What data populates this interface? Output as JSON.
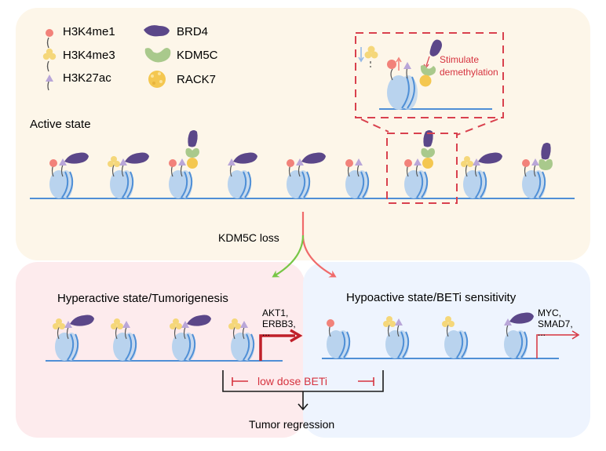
{
  "legend": {
    "items": [
      {
        "key": "h3k4me1",
        "label": "H3K4me1"
      },
      {
        "key": "h3k4me3",
        "label": "H3K4me3"
      },
      {
        "key": "h3k27ac",
        "label": "H3K27ac"
      },
      {
        "key": "brd4",
        "label": "BRD4"
      },
      {
        "key": "kdm5c",
        "label": "KDM5C"
      },
      {
        "key": "rack7",
        "label": "RACK7"
      }
    ]
  },
  "colors": {
    "top_panel": "#fdf6e9",
    "left_panel": "#fdebed",
    "right_panel": "#eef4fe",
    "h3k4me1": "#f2827a",
    "h3k4me3": "#f5d77a",
    "h3k27ac": "#b9a6d8",
    "brd4": "#5b4789",
    "kdm5c": "#a9c98c",
    "rack7": "#f4c750",
    "nucleosome": "#b9d3ee",
    "dna": "#4f8fd6",
    "dashed_box": "#d9414e",
    "arrow_green": "#77c646",
    "arrow_red": "#f06a6a",
    "beti_red": "#d6333f",
    "dark_red": "#c0202a"
  },
  "inset": {
    "label_line1": "Stimulate",
    "label_line2": "demethylation"
  },
  "active": {
    "title": "Active state",
    "nucleosomes": [
      {
        "mods": [
          "h3k4me1",
          "h3k27ac"
        ],
        "reader": "brd4"
      },
      {
        "mods": [
          "h3k4me3",
          "h3k27ac"
        ],
        "reader": "brd4"
      },
      {
        "mods": [
          "h3k4me1",
          "h3k27ac"
        ],
        "reader": "brd4-kdm5c-rack7"
      },
      {
        "mods": [
          "h3k27ac"
        ],
        "reader": "brd4"
      },
      {
        "mods": [
          "h3k4me1",
          "h3k27ac"
        ],
        "reader": "brd4"
      },
      {
        "mods": [
          "h3k4me1",
          "h3k27ac"
        ],
        "reader": "none"
      },
      {
        "mods": [
          "h3k4me1",
          "h3k27ac"
        ],
        "reader": "brd4-kdm5c-rack7",
        "highlighted": true
      },
      {
        "mods": [
          "h3k4me3",
          "h3k27ac"
        ],
        "reader": "brd4"
      },
      {
        "mods": [
          "h3k4me1",
          "h3k27ac"
        ],
        "reader": "brd4-kdm5c"
      }
    ]
  },
  "transition": {
    "label": "KDM5C loss"
  },
  "hyperactive": {
    "title": "Hyperactive state/Tumorigenesis",
    "genes_line1": "AKT1,",
    "genes_line2": "ERBB3,",
    "genes_line3": "...",
    "nucleosomes": [
      {
        "mods": [
          "h3k4me3",
          "h3k27ac"
        ],
        "reader": "brd4"
      },
      {
        "mods": [
          "h3k4me3",
          "h3k27ac"
        ],
        "reader": "none"
      },
      {
        "mods": [
          "h3k4me3",
          "h3k27ac"
        ],
        "reader": "brd4"
      },
      {
        "mods": [
          "h3k4me3",
          "h3k27ac"
        ],
        "reader": "none"
      }
    ]
  },
  "hypoactive": {
    "title": "Hypoactive state/BETi sensitivity",
    "genes_line1": "MYC,",
    "genes_line2": "SMAD7,",
    "genes_line3": "...",
    "nucleosomes": [
      {
        "mods": [
          "h3k4me1"
        ],
        "reader": "none"
      },
      {
        "mods": [
          "h3k4me3",
          "h3k27ac"
        ],
        "reader": "none"
      },
      {
        "mods": [
          "h3k4me3"
        ],
        "reader": "none"
      },
      {
        "mods": [
          "h3k27ac"
        ],
        "reader": "brd4"
      }
    ]
  },
  "treatment": {
    "label": "low dose BETi",
    "outcome": "Tumor regression"
  }
}
